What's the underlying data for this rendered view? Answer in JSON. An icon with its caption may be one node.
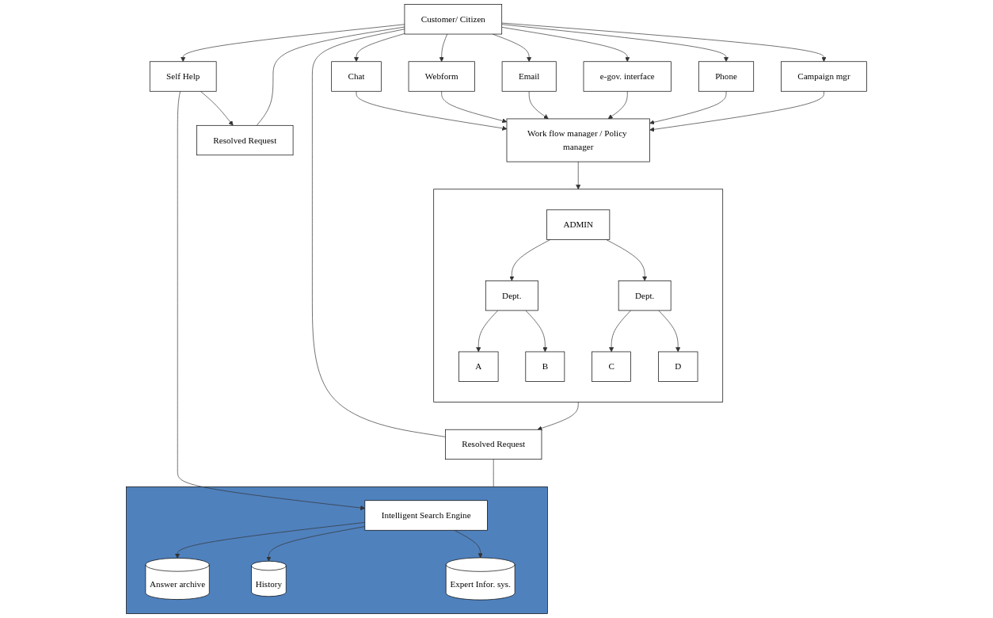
{
  "diagram": {
    "nodes": [
      {
        "text": [
          "Customer/ Citizen"
        ]
      },
      {
        "text": [
          "Self Help"
        ]
      },
      {
        "text": [
          "Chat"
        ]
      },
      {
        "text": [
          "Webform"
        ]
      },
      {
        "text": [
          "Email"
        ]
      },
      {
        "text": [
          "e-gov. interface"
        ]
      },
      {
        "text": [
          "Phone"
        ]
      },
      {
        "text": [
          "Campaign mgr"
        ]
      },
      {
        "text": [
          "Work flow manager / Policy manager"
        ]
      },
      {
        "text": [],
        "shape": "box"
      },
      {
        "text": [
          "ADMIN"
        ],
        "in": 9
      },
      {
        "text": [
          "Dept."
        ],
        "in": 9
      },
      {
        "text": [
          "Dept."
        ],
        "in": 9
      },
      {
        "text": [
          "A"
        ],
        "in": 9
      },
      {
        "text": [
          "B"
        ],
        "in": 9
      },
      {
        "text": [
          "C"
        ],
        "in": 9
      },
      {
        "text": [
          "D"
        ],
        "in": 9
      },
      {
        "text": [
          "Resolved Request"
        ]
      },
      {
        "text": [
          "Resolved Request"
        ]
      },
      {
        "text": [],
        "shape": "box"
      },
      {
        "text": [
          "Intelligent Search Engine"
        ],
        "in": 19
      },
      {
        "text": [
          "Answer archive"
        ],
        "in": 19
      },
      {
        "text": [
          "History"
        ],
        "in": 19
      },
      {
        "text": [
          "Expert Infor. sys."
        ],
        "in": 19
      }
    ],
    "edges": [
      {
        "from": 0,
        "to": 1,
        "arrow": "to"
      },
      {
        "from": 0,
        "to": 2,
        "arrow": "to"
      },
      {
        "from": 0,
        "to": 3,
        "arrow": "to"
      },
      {
        "from": 0,
        "to": 4,
        "arrow": "to"
      },
      {
        "from": 0,
        "to": 5,
        "arrow": "to"
      },
      {
        "from": 0,
        "to": 6,
        "arrow": "to"
      },
      {
        "from": 0,
        "to": 7,
        "arrow": "to"
      },
      {
        "from": 2,
        "to": 8,
        "arrow": "to"
      },
      {
        "from": 3,
        "to": 8,
        "arrow": "to"
      },
      {
        "from": 4,
        "to": 8,
        "arrow": "to"
      },
      {
        "from": 5,
        "to": 8,
        "arrow": "to"
      },
      {
        "from": 6,
        "to": 8,
        "arrow": "to"
      },
      {
        "from": 7,
        "to": 8,
        "arrow": "to"
      },
      {
        "from": 8,
        "to": 9,
        "arrow": "to"
      },
      {
        "from": 10,
        "to": 11,
        "arrow": "to"
      },
      {
        "from": 10,
        "to": 12,
        "arrow": "to"
      },
      {
        "from": 11,
        "to": 13,
        "arrow": "to"
      },
      {
        "from": 11,
        "to": 14,
        "arrow": "to"
      },
      {
        "from": 12,
        "to": 15,
        "arrow": "to"
      },
      {
        "from": 12,
        "to": 16,
        "arrow": "to"
      },
      {
        "from": 1,
        "to": 17,
        "arrow": "to"
      },
      {
        "from": 1,
        "to": 20,
        "arrow": "to"
      },
      {
        "from": 9,
        "to": 18,
        "arrow": "to"
      },
      {
        "from": 20,
        "to": 21,
        "arrow": "to"
      },
      {
        "from": 20,
        "to": 22,
        "arrow": "to"
      },
      {
        "from": 20,
        "to": 23,
        "arrow": "to"
      },
      {
        "from": 0,
        "to": 17,
        "arrow": "none"
      },
      {
        "from": 0,
        "to": 18,
        "arrow": "none"
      },
      {
        "from": 18,
        "to": 19,
        "arrow": "none"
      }
    ]
  }
}
